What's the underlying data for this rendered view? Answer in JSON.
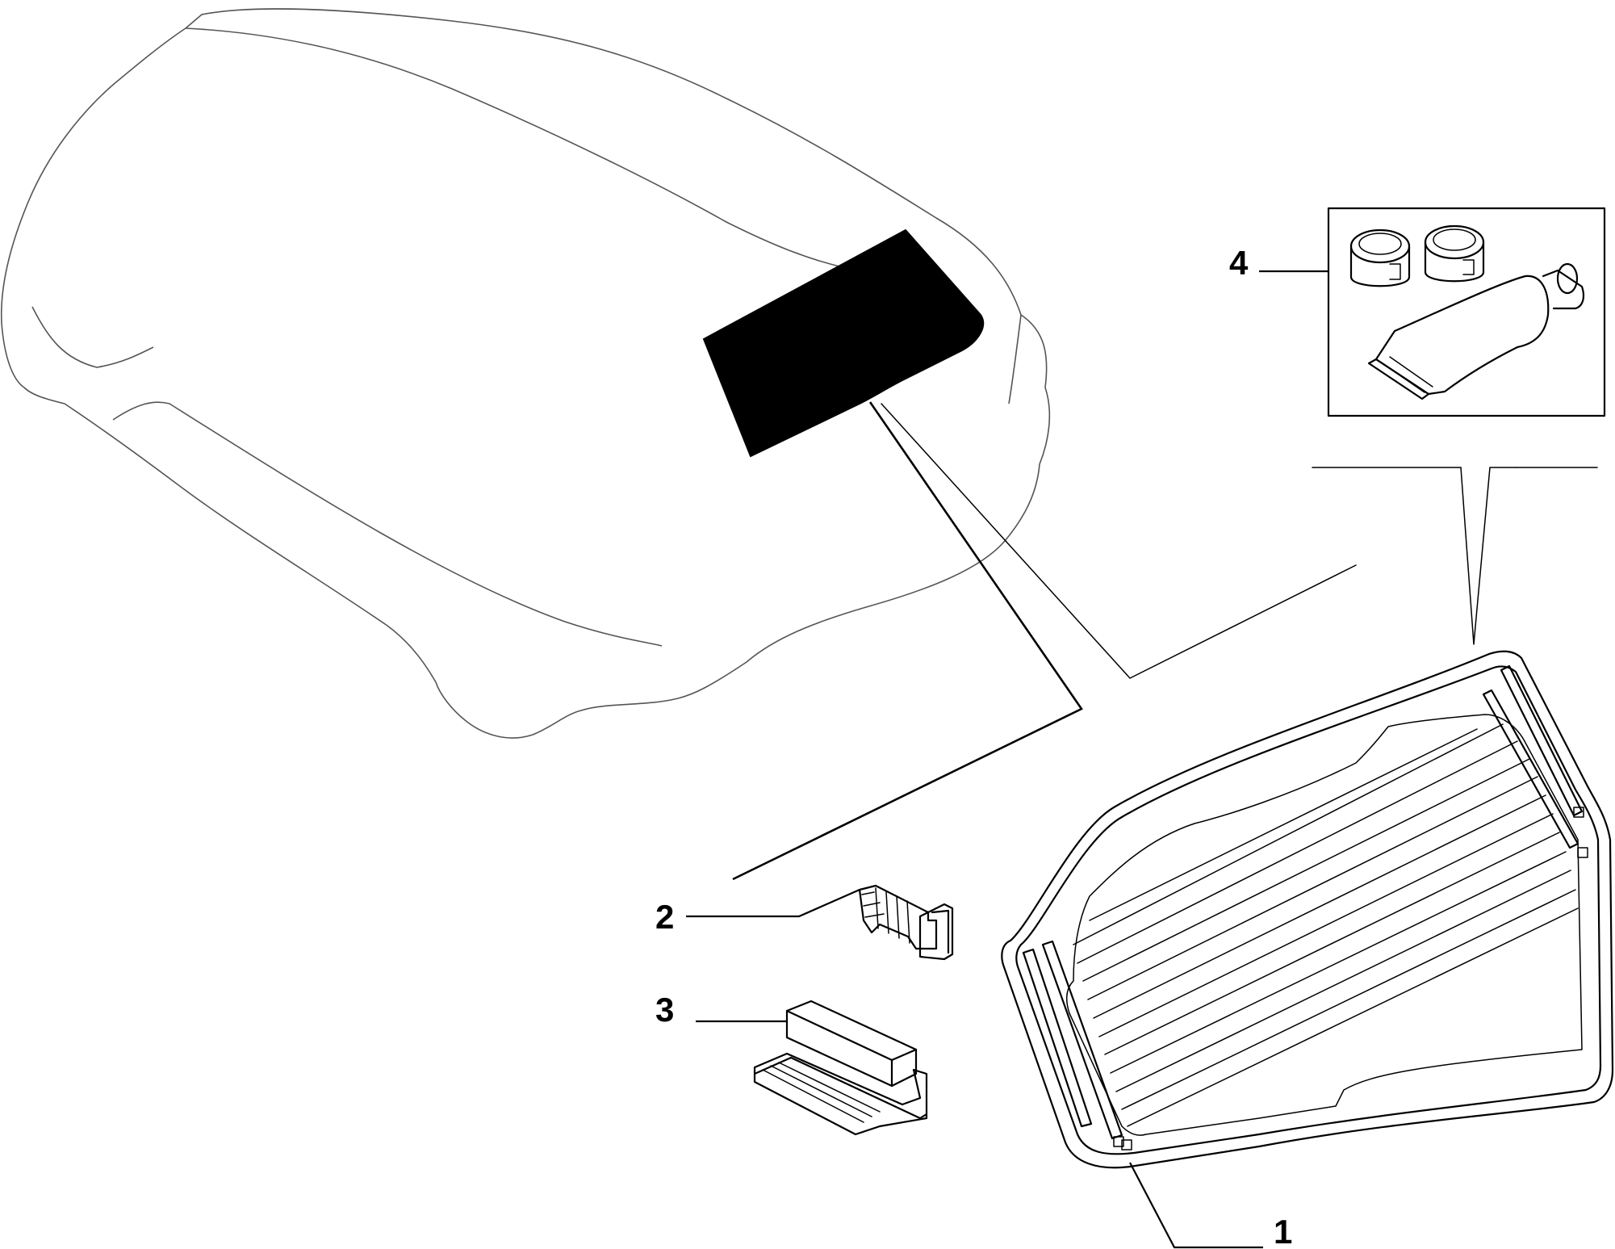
{
  "colors": {
    "background": "#ffffff",
    "ink": "#000000",
    "car_outline": "#555555",
    "highlight": "#000000"
  },
  "callouts": [
    {
      "id": "1",
      "label": "1"
    },
    {
      "id": "2",
      "label": "2"
    },
    {
      "id": "3",
      "label": "3"
    },
    {
      "id": "4",
      "label": "4"
    }
  ]
}
